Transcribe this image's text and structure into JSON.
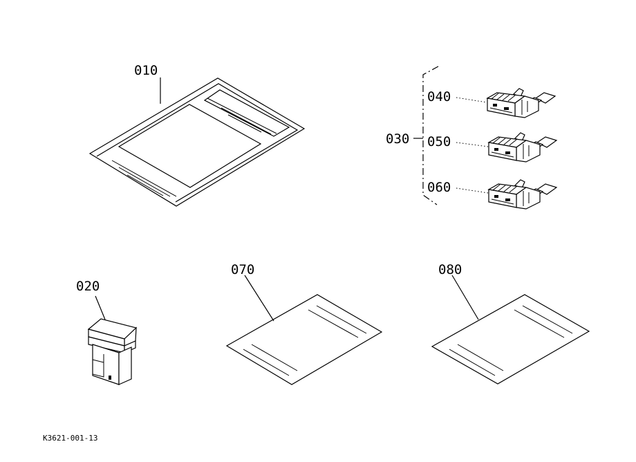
{
  "labels": {
    "p010": "010",
    "p020": "020",
    "p030": "030",
    "p040": "040",
    "p050": "050",
    "p060": "060",
    "p070": "070",
    "p080": "080"
  },
  "footer_code": "K3621-001-13"
}
